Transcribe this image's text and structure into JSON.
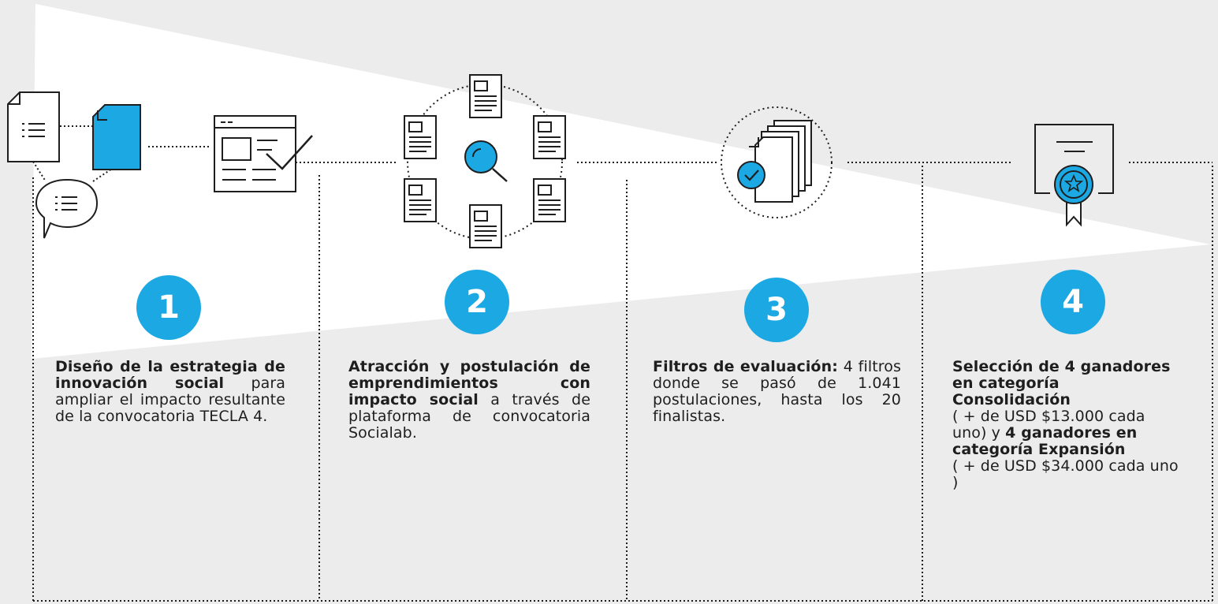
{
  "steps": [
    {
      "number": "1",
      "title": "Diseño de la estrategia de innovación social",
      "body": "para ampliar el impacto resultante de la convocatoria TECLA 4."
    },
    {
      "number": "2",
      "title": "Atracción y postulación de emprendimientos con impacto social",
      "body": "a través de plataforma de convocatoria Socialab."
    },
    {
      "number": "3",
      "title": "Filtros de evaluación:",
      "body": "4 filtros donde se pasó de 1.041 postulaciones, hasta los 20 finalistas."
    },
    {
      "number": "4",
      "title": "Selección de 4 ganadores en categoría Consolidación",
      "body_a": "( + de USD $13.000 cada uno) y",
      "title_b": "4 ganadores en categoría Expansión",
      "body_b": "( + de USD $34.000 cada uno )"
    }
  ],
  "colors": {
    "accent": "#1ca8e3",
    "background": "#ececec",
    "wedge": "#ffffff",
    "line": "#1e1e1e"
  },
  "icons": [
    "document-list-icon",
    "blue-document-icon",
    "chat-bubble-icon",
    "browser-checkmark-icon",
    "document-network-search-icon",
    "stacked-documents-check-icon",
    "certificate-award-icon"
  ]
}
